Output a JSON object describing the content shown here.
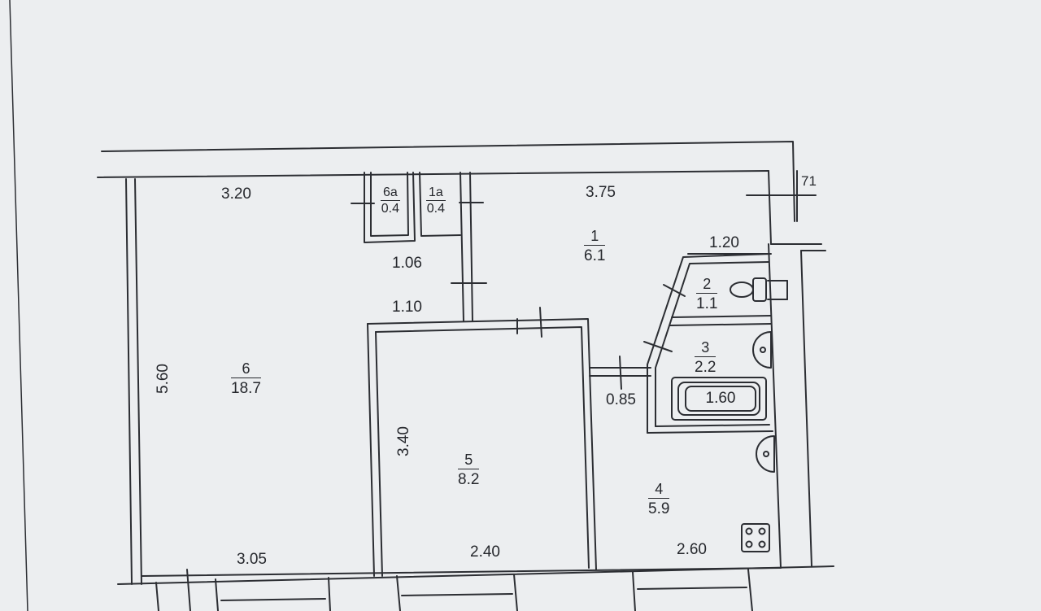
{
  "rooms": [
    {
      "number": "1",
      "area": "6.1"
    },
    {
      "number": "2",
      "area": "1.1"
    },
    {
      "number": "3",
      "area": "2.2"
    },
    {
      "number": "4",
      "area": "5.9"
    },
    {
      "number": "5",
      "area": "8.2"
    },
    {
      "number": "6",
      "area": "18.7"
    },
    {
      "number": "6a",
      "area": "0.4"
    },
    {
      "number": "1a",
      "area": "0.4"
    }
  ],
  "dimensions": {
    "top_left": "3.20",
    "top_right": "3.75",
    "bath_width": "1.20",
    "corner": "71",
    "left_height": "5.60",
    "room5_height": "3.40",
    "corridor_upper": "1.06",
    "corridor_lower": "1.10",
    "passage": "0.85",
    "bottom_left": "3.05",
    "bottom_mid": "2.40",
    "bottom_right": "2.60"
  },
  "fixtures": {
    "bathtub_label": "1.60"
  },
  "colors": {
    "paper": "#eceef0",
    "wall_line": "#2c2e33",
    "text": "#26282d"
  }
}
